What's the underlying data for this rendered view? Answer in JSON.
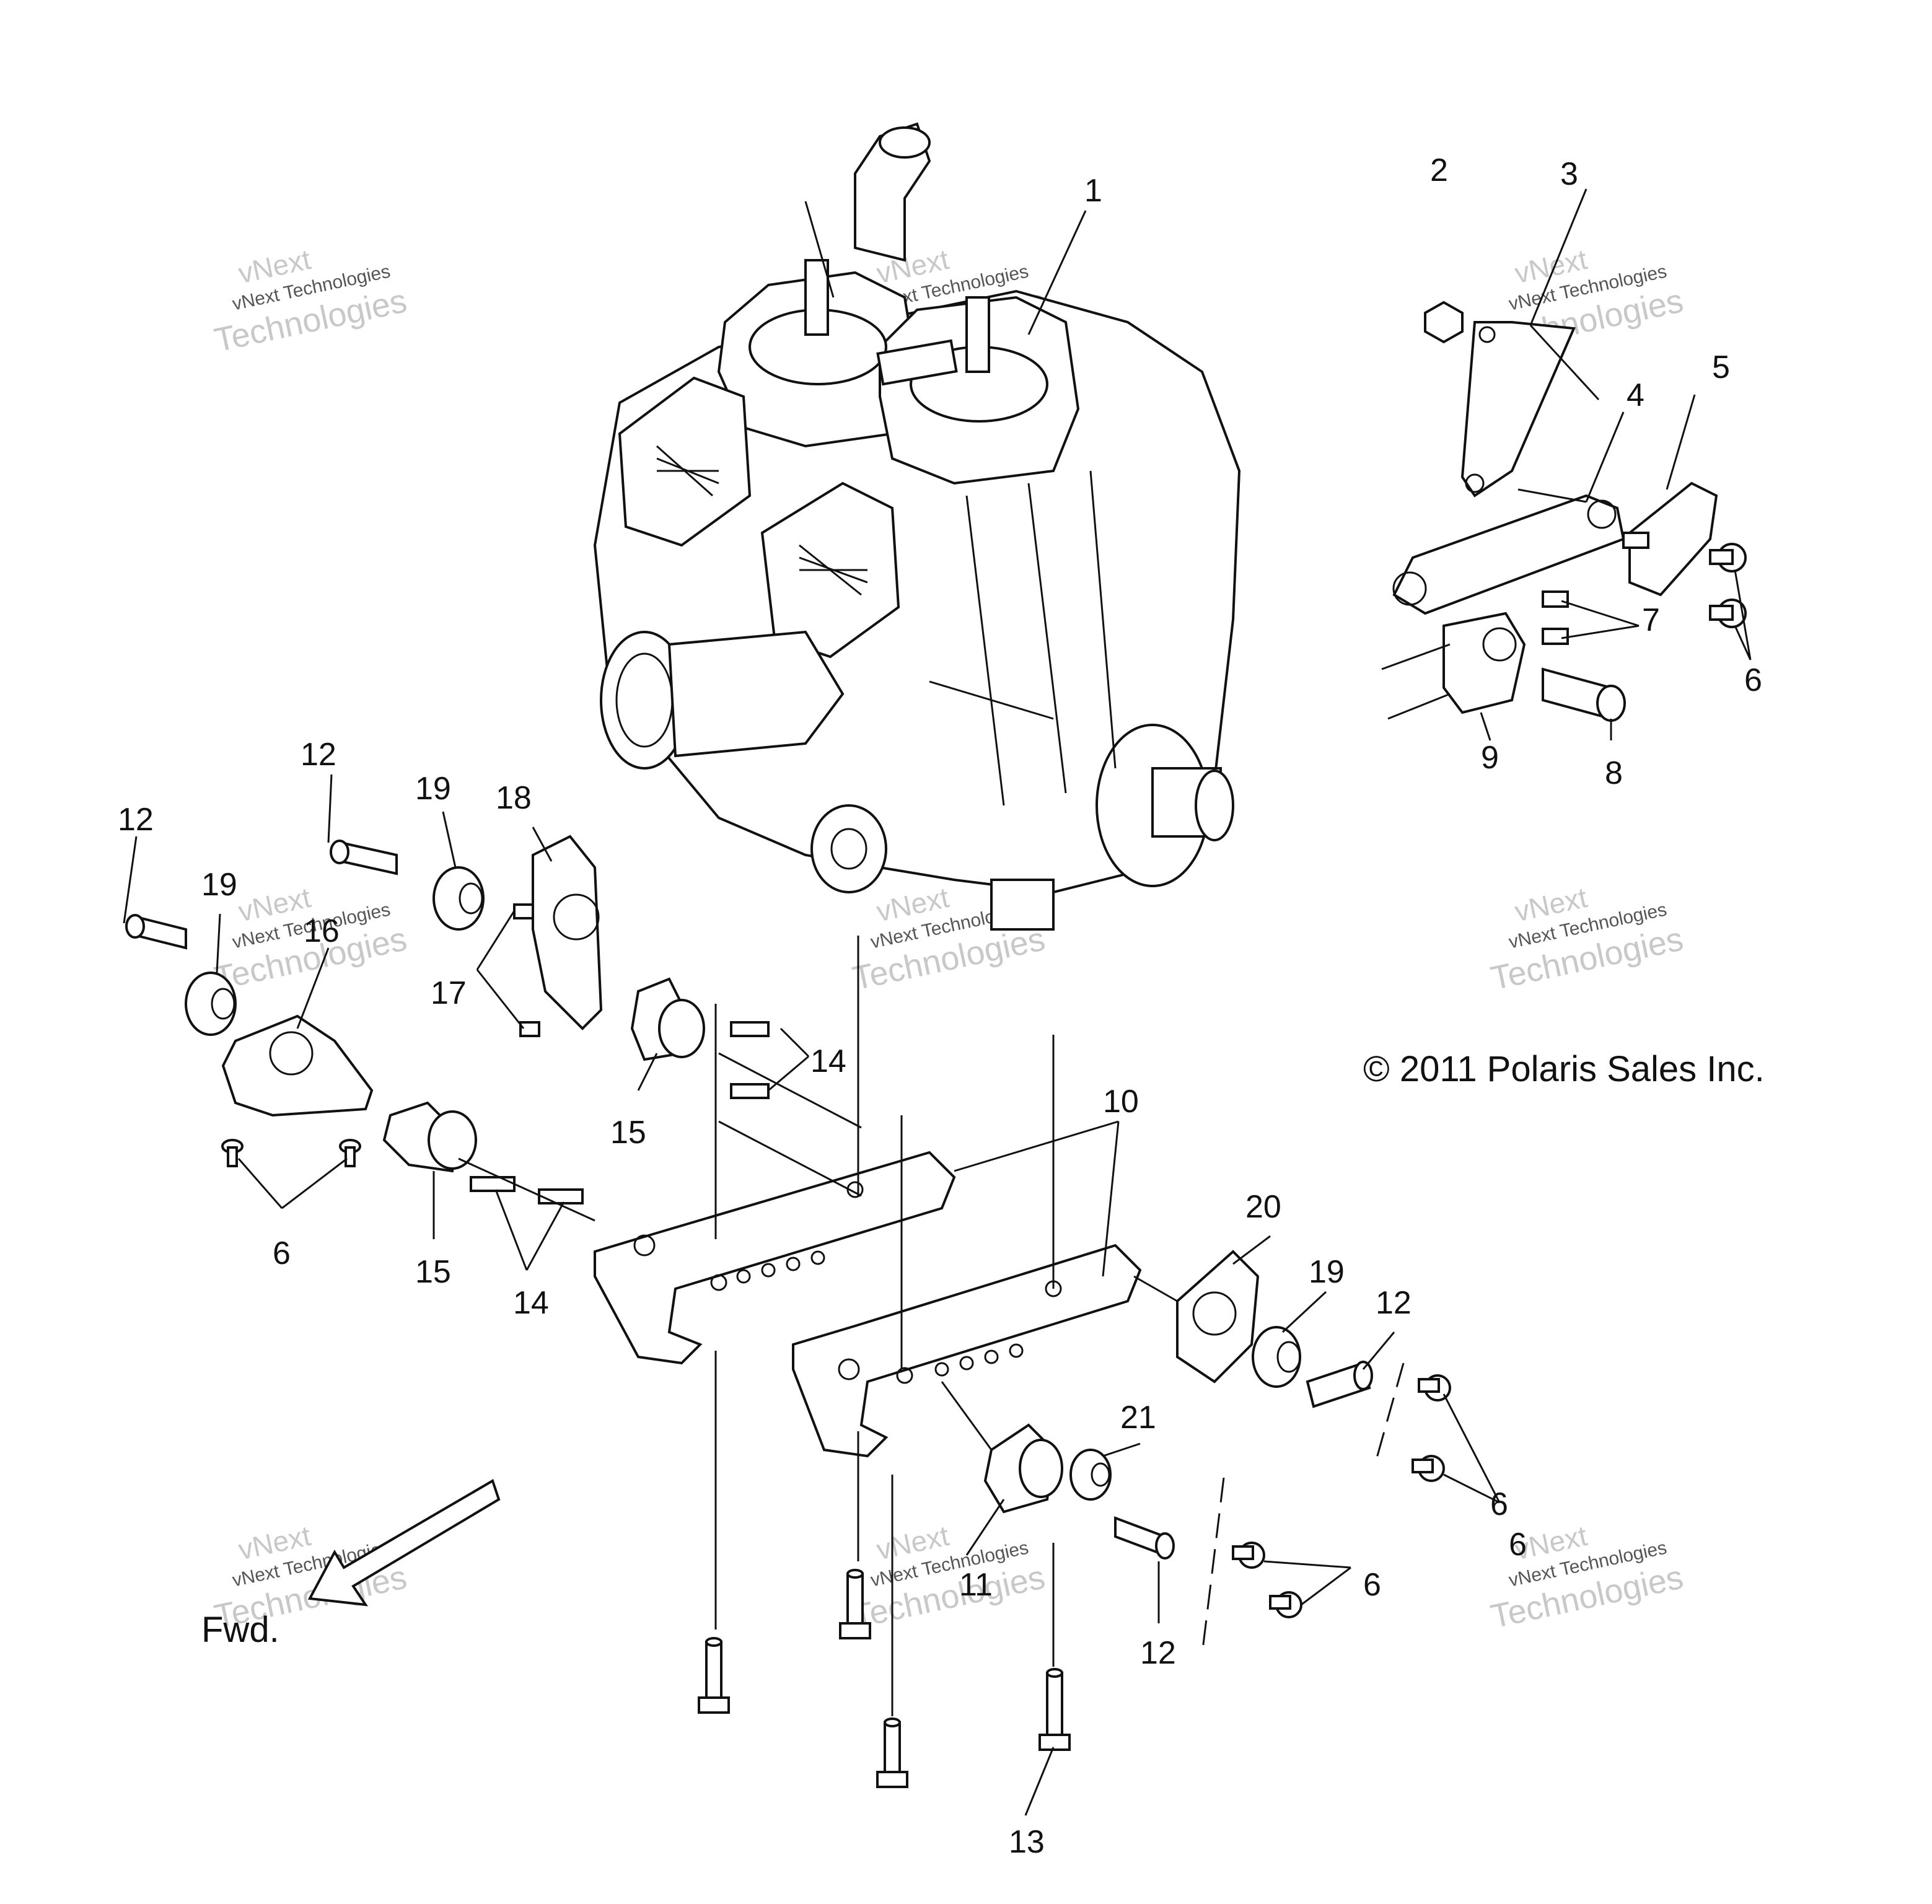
{
  "callouts": [
    {
      "label": "1"
    },
    {
      "label": "2"
    },
    {
      "label": "3"
    },
    {
      "label": "4"
    },
    {
      "label": "5"
    },
    {
      "label": "6"
    },
    {
      "label": "7"
    },
    {
      "label": "6"
    },
    {
      "label": "8"
    },
    {
      "label": "9"
    },
    {
      "label": "12"
    },
    {
      "label": "19"
    },
    {
      "label": "18"
    },
    {
      "label": "12"
    },
    {
      "label": "19"
    },
    {
      "label": "16"
    },
    {
      "label": "17"
    },
    {
      "label": "14"
    },
    {
      "label": "15"
    },
    {
      "label": "10"
    },
    {
      "label": "6"
    },
    {
      "label": "15"
    },
    {
      "label": "14"
    },
    {
      "label": "20"
    },
    {
      "label": "19"
    },
    {
      "label": "12"
    },
    {
      "label": "21"
    },
    {
      "label": "6"
    },
    {
      "label": "6"
    },
    {
      "label": "11"
    },
    {
      "label": "12"
    },
    {
      "label": "13"
    }
  ],
  "copyright": "© 2011 Polaris Sales Inc.",
  "direction_label": "Fwd.",
  "watermarks": [
    {
      "line1": "vNext",
      "line2": "vNext Technologies",
      "line3": "Technologies"
    },
    {
      "line1": "vNext",
      "line2": "vNext Technologies",
      "line3": "Technologies"
    },
    {
      "line1": "vNext",
      "line2": "vNext Technologies",
      "line3": "Technologies"
    },
    {
      "line1": "vNext",
      "line2": "vNext Technologies",
      "line3": "Technologies"
    },
    {
      "line1": "vNext",
      "line2": "vNext Technologies",
      "line3": "Technologies"
    },
    {
      "line1": "vNext",
      "line2": "vNext Technologies",
      "line3": "Technologies"
    },
    {
      "line1": "vNext",
      "line2": "vNext Technologies",
      "line3": "Technologies"
    },
    {
      "line1": "vNext",
      "line2": "vNext Technologies",
      "line3": "Technologies"
    },
    {
      "line1": "vNext",
      "line2": "vNext Technologies",
      "line3": "Technologies"
    }
  ]
}
